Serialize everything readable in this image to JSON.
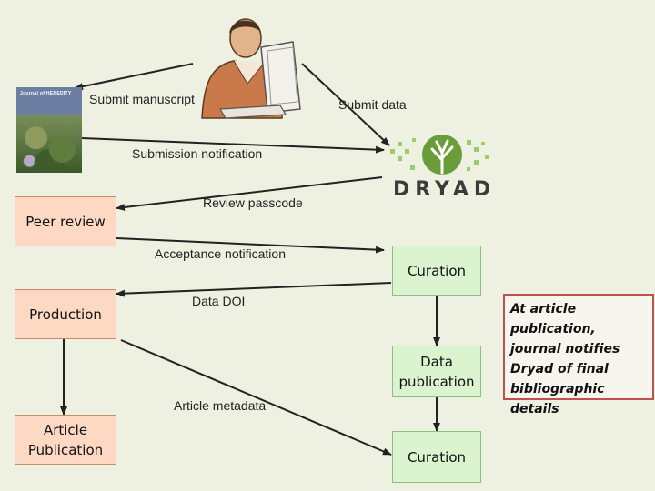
{
  "labels": {
    "submit_manuscript": "Submit manuscript",
    "submit_data": "Submit data",
    "submission_notification": "Submission notification",
    "review_passcode": "Review passcode",
    "acceptance_notification": "Acceptance notification",
    "data_doi": "Data DOI",
    "article_metadata": "Article metadata"
  },
  "boxes": {
    "peer_review": "Peer review",
    "production": "Production",
    "article_publication": "Article Publication",
    "curation_top": "Curation",
    "data_publication": "Data publication",
    "curation_bottom": "Curation"
  },
  "callout": "At article publication, journal notifies Dryad of final bibliographic details",
  "logos": {
    "dryad_wordmark": "DRYAD",
    "journal_cover_title": "Journal of HEREDITY"
  },
  "icons": {
    "person": "person-at-computer-icon",
    "dryad_tree": "tree-icon"
  },
  "colors": {
    "background": "#eef0e1",
    "journal_box": "#fdd9c4",
    "repository_box": "#dbf4cf",
    "callout_border": "#c0504d",
    "dryad_green": "#6a9d3a"
  }
}
